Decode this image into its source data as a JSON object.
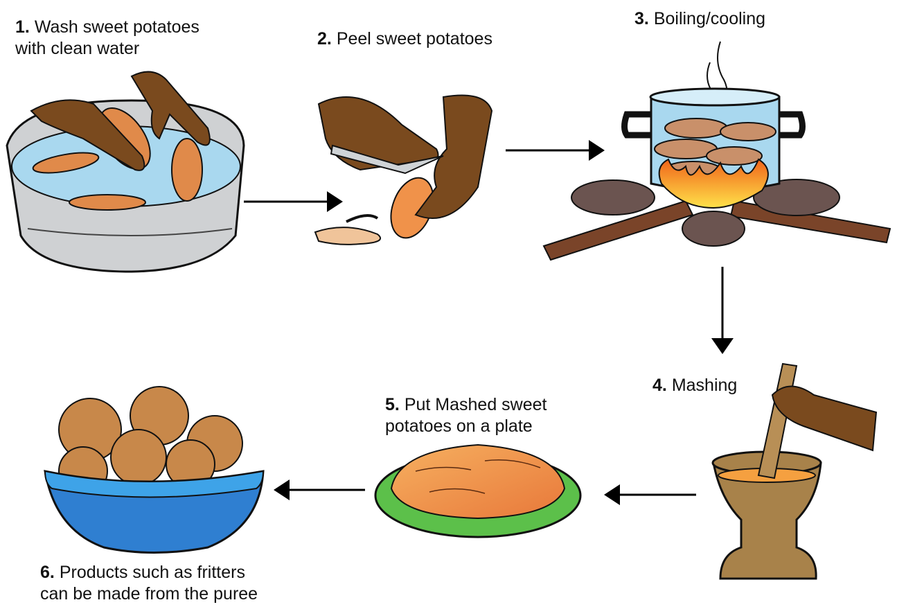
{
  "steps": [
    {
      "num": "1.",
      "lines": [
        "Wash sweet potatoes",
        "with clean water"
      ]
    },
    {
      "num": "2.",
      "lines": [
        "Peel sweet potatoes"
      ]
    },
    {
      "num": "3.",
      "lines": [
        "Boiling/cooling"
      ]
    },
    {
      "num": "4.",
      "lines": [
        "Mashing"
      ]
    },
    {
      "num": "5.",
      "lines": [
        "Put Mashed sweet",
        "potatoes on a plate"
      ]
    },
    {
      "num": "6.",
      "lines": [
        "Products such as fritters",
        "can be made from the puree"
      ]
    }
  ],
  "colors": {
    "skin": "#7a4a1e",
    "potato": "#e08a4a",
    "water": "#a9d8ef",
    "basin": "#cfd1d3",
    "fire": "#f5a020",
    "stone": "#6b5450",
    "wood": "#7a4429",
    "mortar": "#a8824a",
    "plate": "#5cc04a",
    "bowl": "#2f7fd1",
    "fritter": "#c8884a",
    "arrow": "#000000"
  }
}
